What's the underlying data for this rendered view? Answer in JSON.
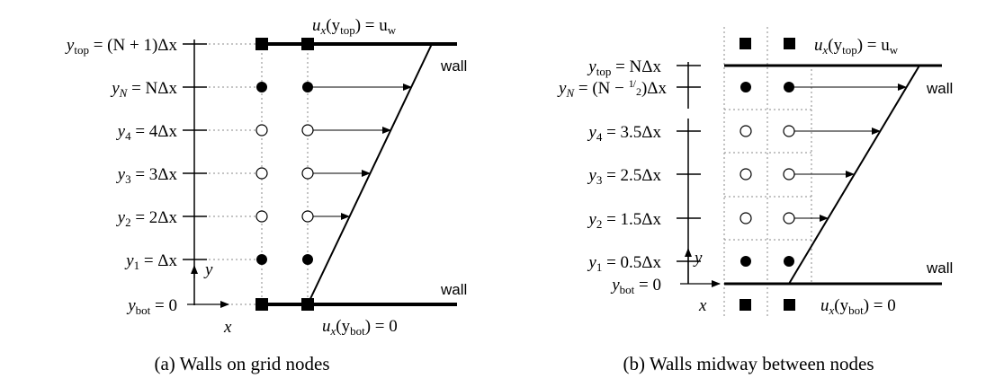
{
  "panel_a": {
    "caption": "(a) Walls on grid nodes",
    "y_labels": {
      "top": {
        "sym": "y",
        "sub": "top",
        "rest": " = (N + 1)Δx"
      },
      "n": {
        "sym": "y",
        "sub": "N",
        "rest": " = NΔx"
      },
      "y4": {
        "sym": "y",
        "sub": "4",
        "rest": " = 4Δx"
      },
      "y3": {
        "sym": "y",
        "sub": "3",
        "rest": " = 3Δx"
      },
      "y2": {
        "sym": "y",
        "sub": "2",
        "rest": " = 2Δx"
      },
      "y1": {
        "sym": "y",
        "sub": "1",
        "rest": " = Δx"
      },
      "bot": {
        "sym": "y",
        "sub": "bot",
        "rest": " = 0"
      }
    },
    "axis_y": "y",
    "axis_x": "x",
    "wall_top": "wall",
    "wall_bot": "wall",
    "bc_top": {
      "lhs": "u",
      "sub": "x",
      "arg": "(y",
      "argsub": "top",
      "rhs": ") = u",
      "rhssub": "w"
    },
    "bc_bot": {
      "lhs": "u",
      "sub": "x",
      "arg": "(y",
      "argsub": "bot",
      "rhs": ") = 0"
    }
  },
  "panel_b": {
    "caption": "(b) Walls midway between nodes",
    "y_labels": {
      "top": {
        "sym": "y",
        "sub": "top",
        "rest": " = NΔx"
      },
      "n": {
        "sym": "y",
        "sub": "N",
        "rest": " = (N − ",
        "frac_num": "1",
        "frac_den": "2",
        "after": ")Δx"
      },
      "y4": {
        "sym": "y",
        "sub": "4",
        "rest": " = 3.5Δx"
      },
      "y3": {
        "sym": "y",
        "sub": "3",
        "rest": " = 2.5Δx"
      },
      "y2": {
        "sym": "y",
        "sub": "2",
        "rest": " = 1.5Δx"
      },
      "y1": {
        "sym": "y",
        "sub": "1",
        "rest": " = 0.5Δx"
      },
      "bot": {
        "sym": "y",
        "sub": "bot",
        "rest": " = 0"
      }
    },
    "axis_y": "y",
    "axis_x": "x",
    "wall_top": "wall",
    "wall_bot": "wall",
    "bc_top": {
      "lhs": "u",
      "sub": "x",
      "arg": "(y",
      "argsub": "top",
      "rhs": ") = u",
      "rhssub": "w"
    },
    "bc_bot": {
      "lhs": "u",
      "sub": "x",
      "arg": "(y",
      "argsub": "bot",
      "rhs": ") = 0"
    }
  }
}
